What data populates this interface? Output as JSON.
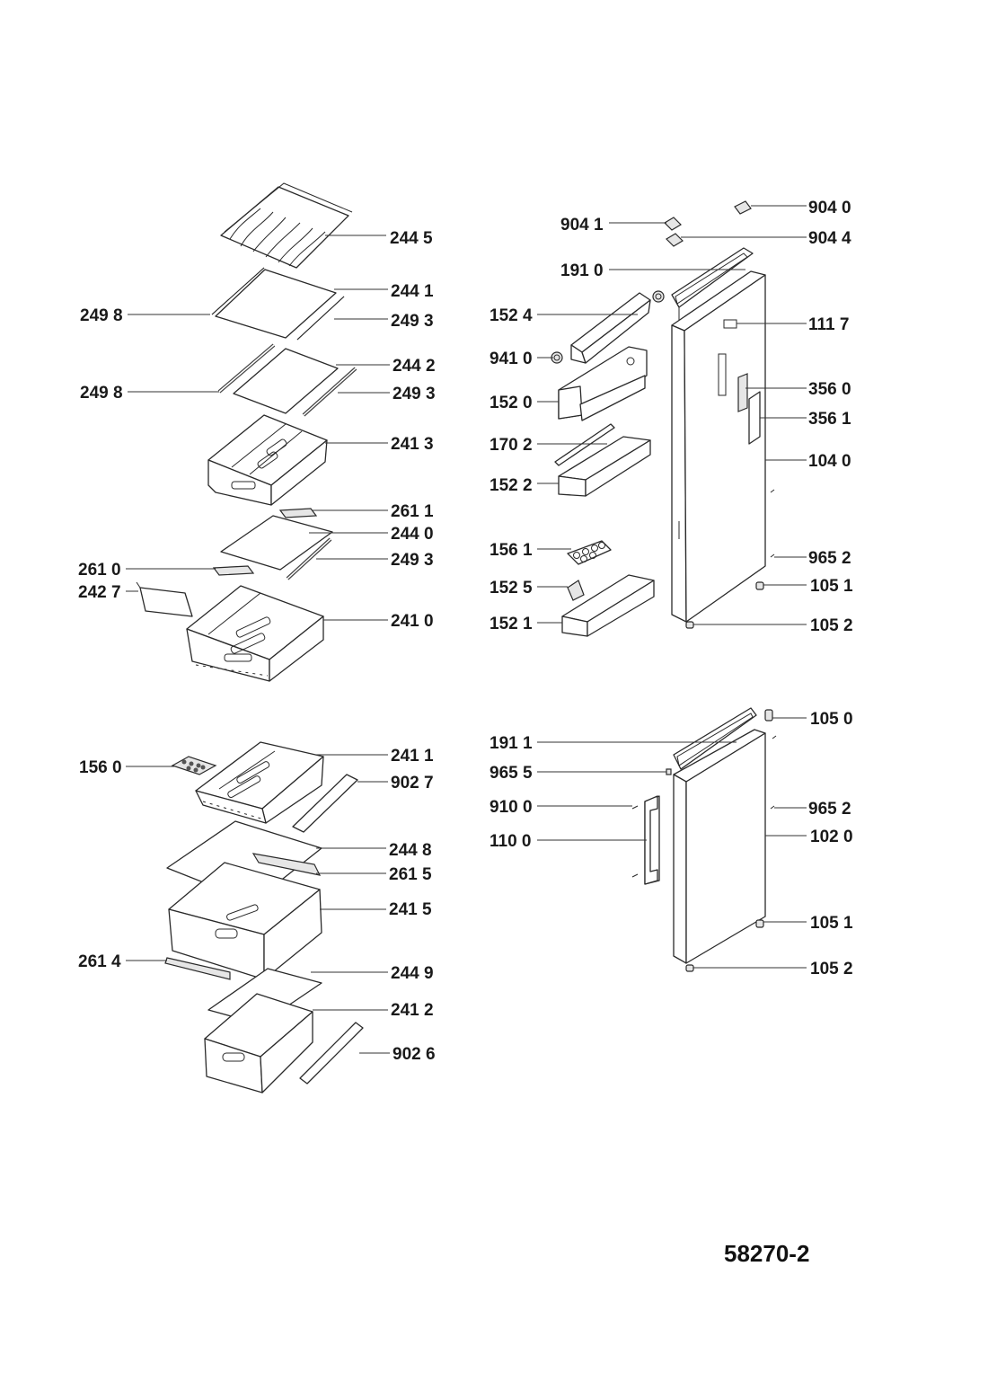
{
  "diagram_id": "58270-2",
  "callouts": {
    "c2445": "244 5",
    "c2441": "244 1",
    "c2498a": "249 8",
    "c2493a": "249 3",
    "c2442": "244 2",
    "c2498b": "249 8",
    "c2493b": "249 3",
    "c2413": "241 3",
    "c2611": "261 1",
    "c2440": "244 0",
    "c2493c": "249 3",
    "c2610": "261 0",
    "c2427": "242 7",
    "c2410": "241 0",
    "c2411": "241 1",
    "c1560": "156 0",
    "c9027": "902 7",
    "c2448": "244 8",
    "c2615": "261 5",
    "c2415": "241 5",
    "c2614": "261 4",
    "c2449": "244 9",
    "c2412": "241 2",
    "c9026": "902 6",
    "c9040": "904 0",
    "c9041": "904 1",
    "c9044": "904 4",
    "c1910": "191 0",
    "c1524": "152 4",
    "c1117": "111 7",
    "c9410": "941 0",
    "c3560": "356 0",
    "c1520": "152 0",
    "c3561": "356 1",
    "c1702": "170 2",
    "c1040": "104 0",
    "c1522": "152 2",
    "c1561": "156 1",
    "c9652a": "965 2",
    "c1525": "152 5",
    "c1051a": "105 1",
    "c1521": "152 1",
    "c1052a": "105 2",
    "c1050": "105 0",
    "c1911": "191 1",
    "c9655": "965 5",
    "c9652b": "965 2",
    "c9100": "910 0",
    "c1100": "110 0",
    "c1020": "102 0",
    "c1051b": "105 1",
    "c1052b": "105 2"
  }
}
